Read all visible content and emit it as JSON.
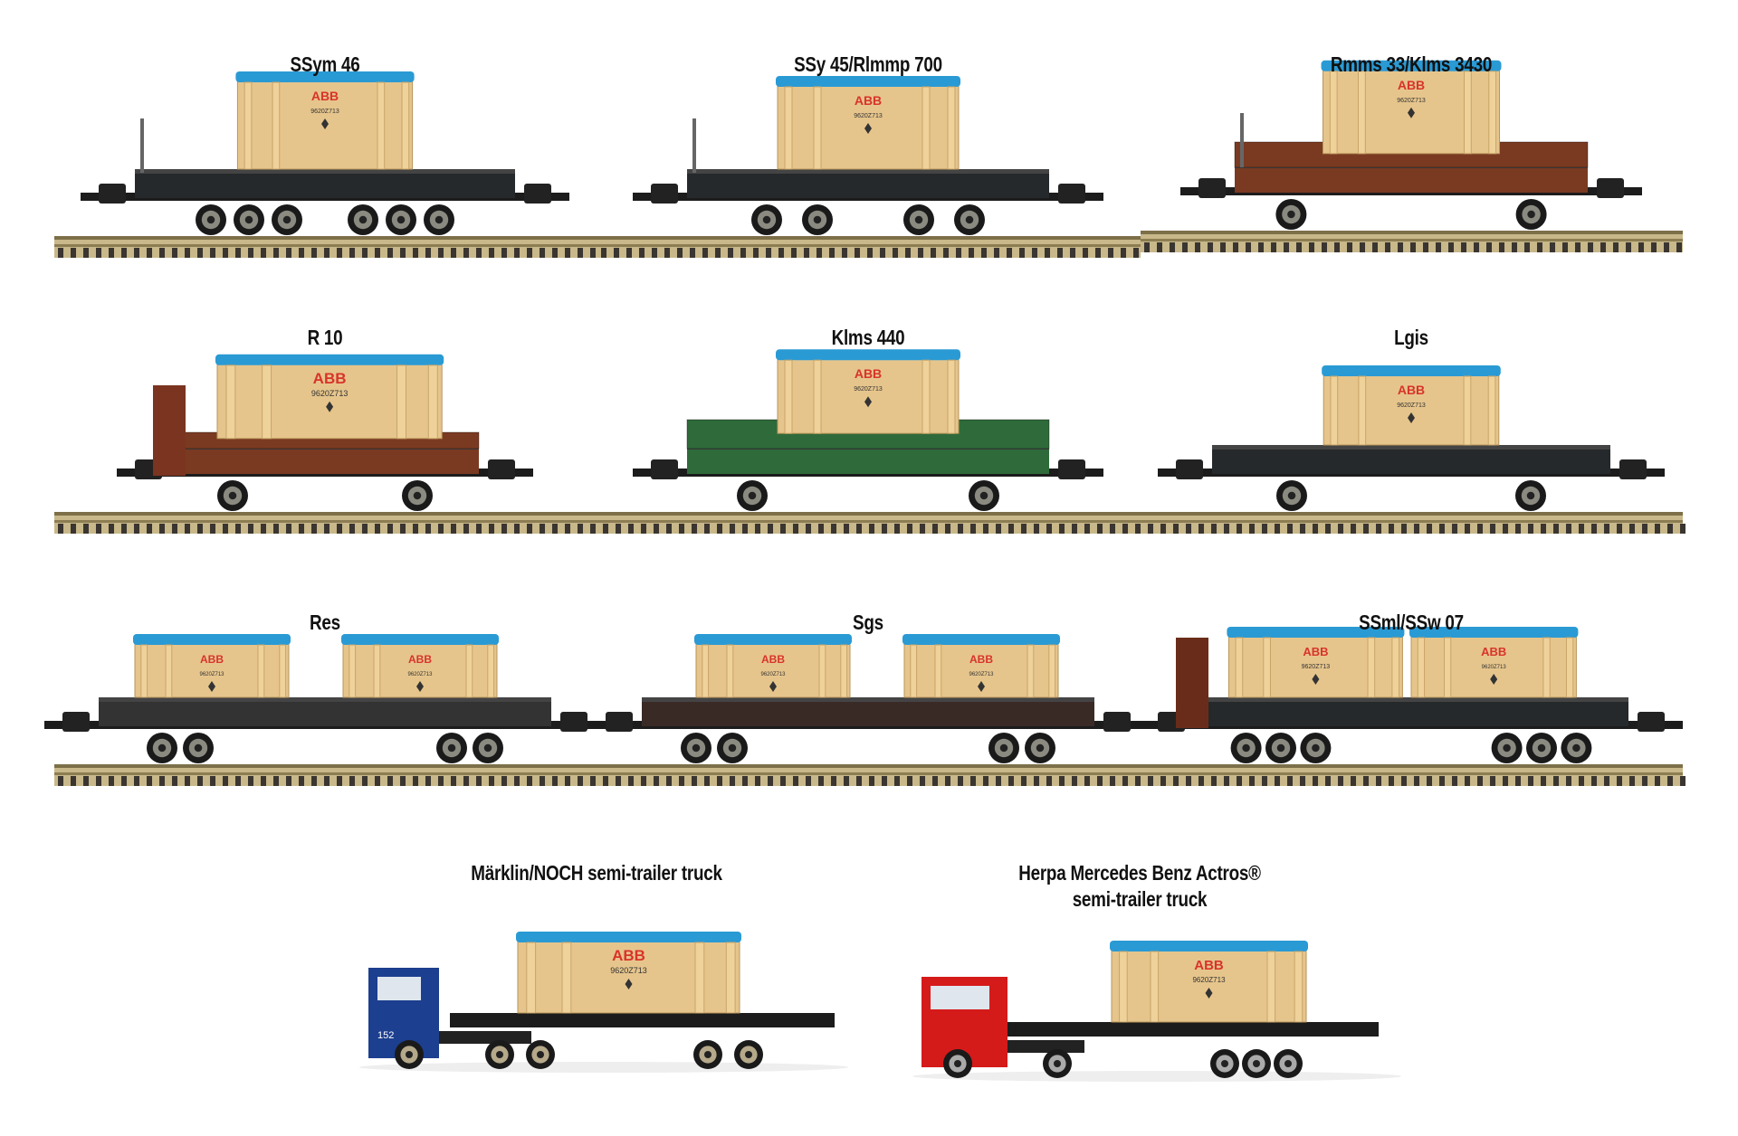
{
  "captions": {
    "ssym46": "SSym 46",
    "ssy45": "SSy 45/Rlmmp 700",
    "rmms33": "Rmms 33/Klms 3430",
    "r10": "R 10",
    "klms440": "Klms 440",
    "lgis": "Lgis",
    "res": "Res",
    "sgs": "Sgs",
    "ssml": "SSml/SSw 07",
    "maerklin_truck": "Märklin/NOCH semi-trailer truck",
    "herpa_truck_line1": "Herpa Mercedes Benz Actros®",
    "herpa_truck_line2": "semi-trailer truck"
  },
  "crate": {
    "brand": "ABB",
    "code": "9620Z713"
  },
  "truck_numbers": {
    "maerklin": "152"
  },
  "colors": {
    "crate": "#e6c58c",
    "crate_top": "#2a9ad4",
    "brand_red": "#d8342a",
    "black_wagon": "#26292b",
    "brown_wagon": "#7a3a22",
    "green_wagon": "#2f6a3a",
    "blue_cab": "#1d3f8f",
    "red_cab": "#d51a1a",
    "track": "#c8b88a"
  }
}
